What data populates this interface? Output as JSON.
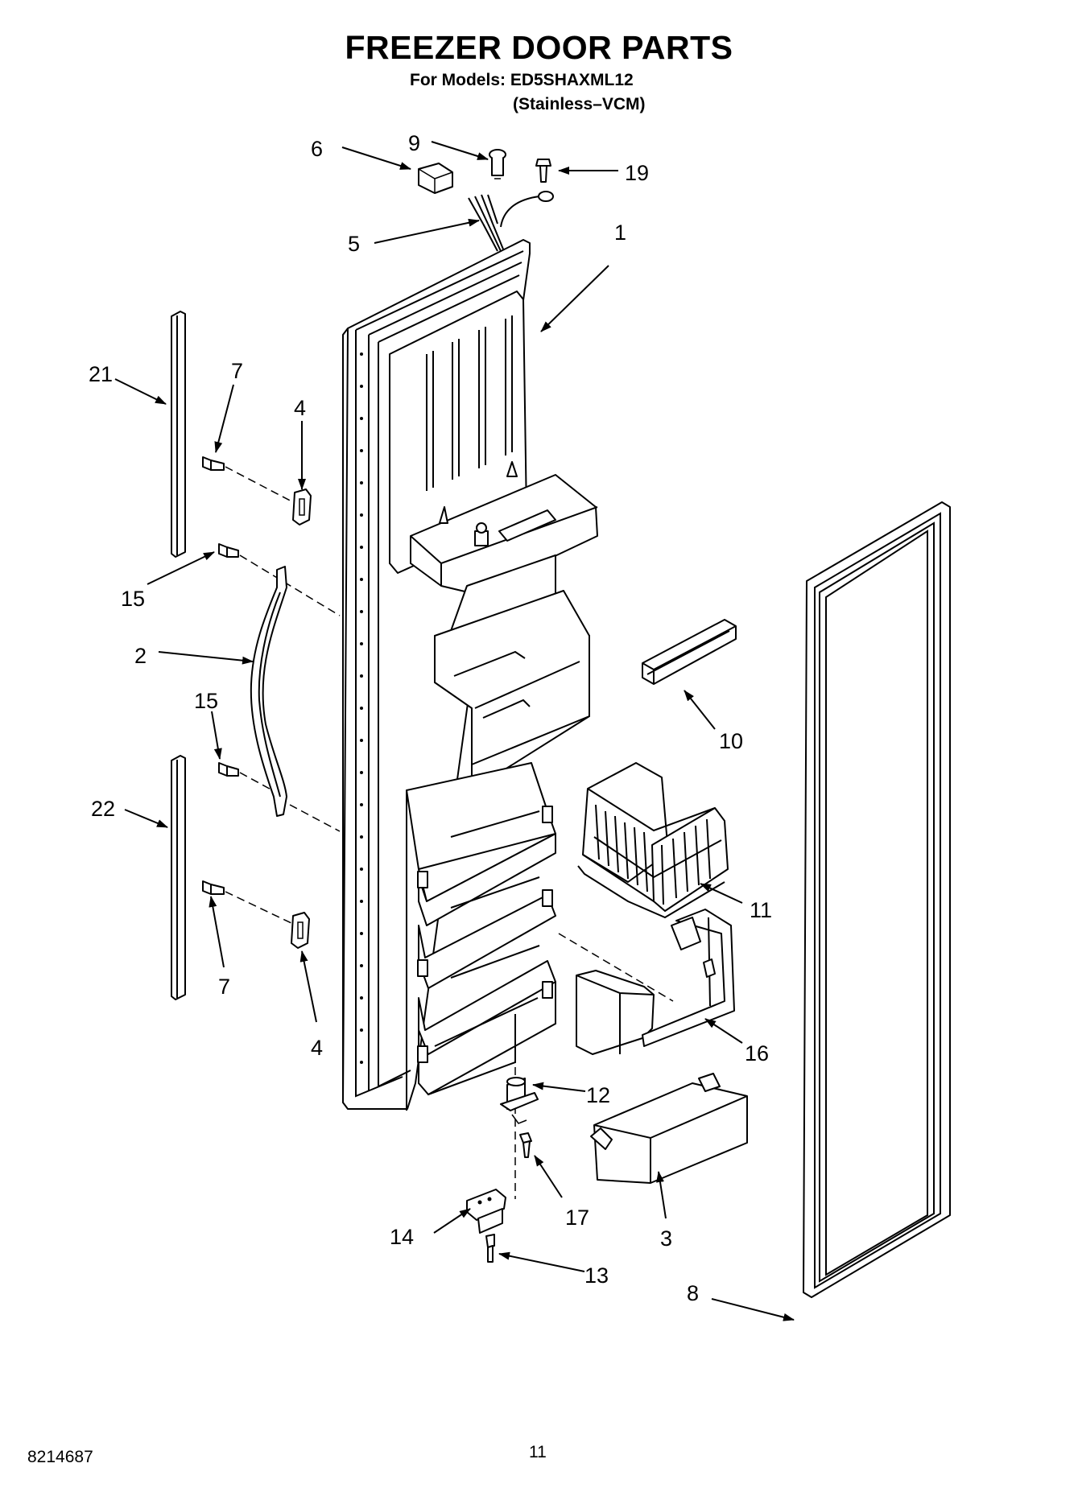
{
  "header": {
    "title": "FREEZER DOOR PARTS",
    "models_line": "For Models: ED5SHAXML12",
    "variant_line": "(Stainless–VCM)"
  },
  "footer": {
    "doc_number": "8214687",
    "page_number": "11"
  },
  "callouts": {
    "c1": "1",
    "c2": "2",
    "c3": "3",
    "c4a": "4",
    "c4b": "4",
    "c5": "5",
    "c6": "6",
    "c7a": "7",
    "c7b": "7",
    "c8": "8",
    "c9": "9",
    "c10": "10",
    "c11": "11",
    "c12": "12",
    "c13": "13",
    "c14": "14",
    "c15a": "15",
    "c15b": "15",
    "c16": "16",
    "c17": "17",
    "c19": "19",
    "c21": "21",
    "c22": "22"
  }
}
